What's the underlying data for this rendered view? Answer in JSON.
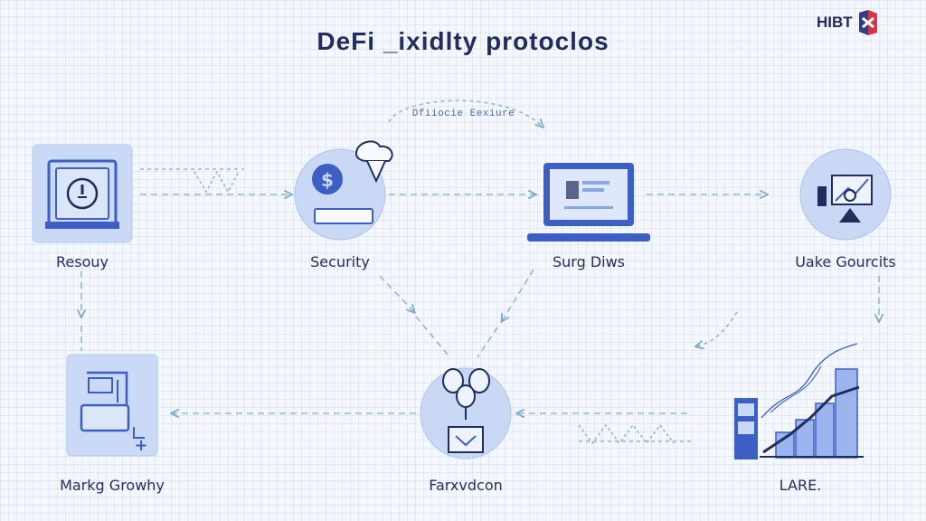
{
  "title": "DeFi _ixidlty protoclos",
  "logo": {
    "text": "HIBT"
  },
  "flow_label": "Dfiiocie Eexiure",
  "nodes": [
    {
      "id": "resouy",
      "label": "Resouy"
    },
    {
      "id": "security",
      "label": "Security"
    },
    {
      "id": "surg-diws",
      "label": "Surg Diws"
    },
    {
      "id": "uake-gourcits",
      "label": "Uake Gourcits"
    },
    {
      "id": "markg-growhy",
      "label": "Markg Growhy"
    },
    {
      "id": "farxvdcon",
      "label": "Farxvdcon"
    },
    {
      "id": "lare",
      "label": "LARE."
    }
  ],
  "colors": {
    "primary": "#3d5fc4",
    "circle_fill": "#c8d8f5",
    "square_fill": "#c9d9f6",
    "arrow": "#8fb8d2",
    "title": "#1f2e5c"
  }
}
